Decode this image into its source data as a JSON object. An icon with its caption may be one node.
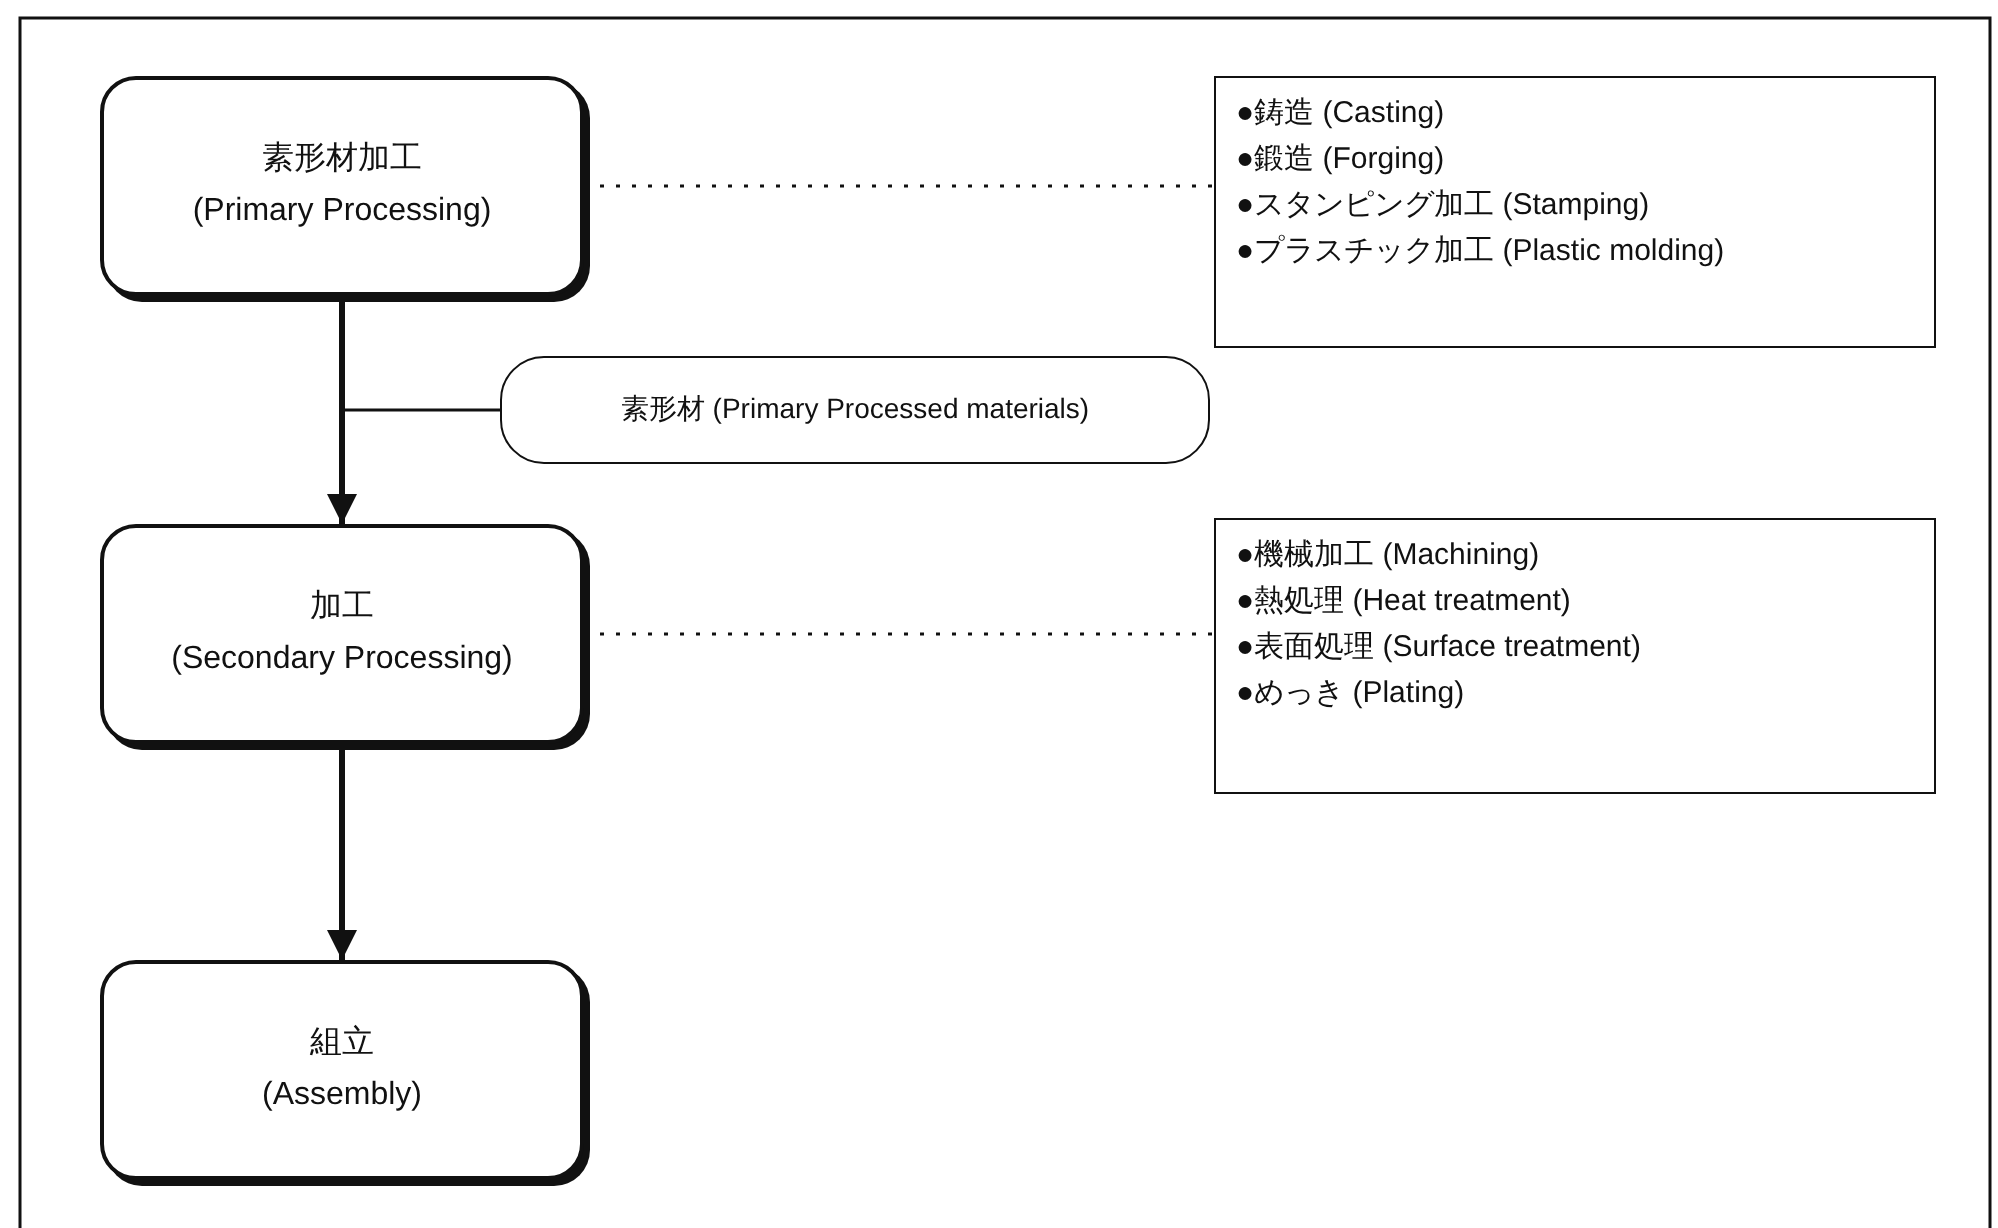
{
  "diagram": {
    "nodes": [
      {
        "text": [
          "素形材加工",
          "(Primary Processing)"
        ]
      },
      {
        "text": [
          "●鋳造 (Casting)",
          "●鍛造 (Forging)",
          "●スタンピング加工 (Stamping)",
          "●プラスチック加工 (Plastic molding)"
        ]
      },
      {
        "text": [
          "素形材 (Primary Processed materials)"
        ]
      },
      {
        "text": [
          "加工",
          "(Secondary Processing)"
        ]
      },
      {
        "text": [
          "●機械加工 (Machining)",
          "●熱処理 (Heat treatment)",
          "●表面処理 (Surface treatment)",
          "●めっき (Plating)"
        ]
      },
      {
        "text": [
          "組立",
          "(Assembly)"
        ]
      }
    ],
    "edges": [
      {
        "from": 0,
        "to": 3,
        "arrow": "to",
        "style": "thick"
      },
      {
        "from": 3,
        "to": 5,
        "arrow": "to",
        "style": "thick"
      },
      {
        "from": 0,
        "to": 1,
        "arrow": "none",
        "style": "dashed"
      },
      {
        "from": 3,
        "to": 4,
        "arrow": "none",
        "style": "dashed"
      },
      {
        "from": 2,
        "to": null,
        "arrow": "none"
      }
    ]
  }
}
